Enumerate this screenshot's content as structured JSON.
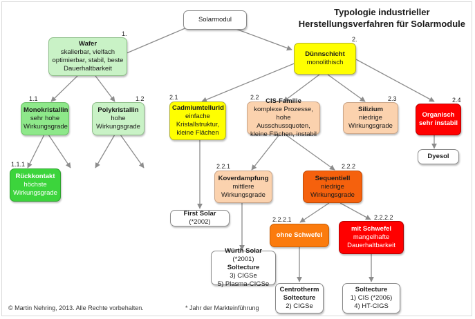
{
  "title": {
    "line1": "Typologie industrieller",
    "line2": "Herstellungsverfahren für Solarmodule"
  },
  "nodes": {
    "solarmodul": {
      "label": "Solarmodul"
    },
    "wafer": {
      "title": "Wafer",
      "desc1": "skalierbar, vielfach",
      "desc2": "optimierbar, stabil, beste",
      "desc3": "Dauerhaltbarkeit",
      "num": "1."
    },
    "duennschicht": {
      "title": "Dünnschicht",
      "desc1": "monolithisch",
      "num": "2."
    },
    "mono": {
      "title": "Monokristallin",
      "desc1": "sehr hohe",
      "desc2": "Wirkungsgrade",
      "num": "1.1"
    },
    "poly": {
      "title": "Polykristallin",
      "desc1": "hohe",
      "desc2": "Wirkungsgrade",
      "num": "1.2"
    },
    "rueck": {
      "title": "Rückkontakt",
      "desc1": "höchste",
      "desc2": "Wirkungsgrade",
      "num": "1.1.1"
    },
    "cdte": {
      "title": "Cadmiumtellurid",
      "desc1": "einfache",
      "desc2": "Kristallstruktur,",
      "desc3": "kleine Flächen",
      "num": "2.1"
    },
    "cis": {
      "title": "CIS-Familie",
      "desc1": "komplexe Prozesse,",
      "desc2": "hohe Ausschussquoten,",
      "desc3": "kleine Flächen, instabil",
      "num": "2.2"
    },
    "silizium": {
      "title": "Silizium",
      "desc1": "niedrige",
      "desc2": "Wirkungsgrade",
      "num": "2.3"
    },
    "organisch": {
      "title": "Organisch",
      "desc1": "sehr instabil",
      "num": "2.4"
    },
    "dyesol": {
      "title": "Dyesol"
    },
    "first_solar": {
      "title": "First Solar",
      "desc1": " (*2002)"
    },
    "koverd": {
      "title": "Koverdampfung",
      "desc1": "mittlere",
      "desc2": "Wirkungsgrade",
      "num": "2.2.1"
    },
    "sequentiell": {
      "title": "Sequentiell",
      "desc1": "niedrige",
      "desc2": "Wirkungsgrade",
      "num": "2.2.2"
    },
    "wuerth": {
      "title": "Würth Solar",
      "desc1": " (*2001)",
      "line2": "Soltecture",
      "line3": "3) CIGSe",
      "line4": "5) Plasma-CIGSe"
    },
    "ohne": {
      "title": "ohne Schwefel",
      "num": "2.2.2.1"
    },
    "mit": {
      "title": "mit Schwefel",
      "desc1": "mangelhafte",
      "desc2": "Dauerhaltbarkeit",
      "num": "2.2.2.2"
    },
    "centrotherm": {
      "title": "Centrotherm",
      "line2": "Soltecture",
      "line3": "2) CIGSe"
    },
    "soltecture2": {
      "title": "Soltecture",
      "line2": "1) CIS (*2006)",
      "line3": "4) HT-CIGS"
    }
  },
  "footer": {
    "copyright": "© Martin Nehring, 2013. Alle Rechte vorbehalten.",
    "note": "* Jahr der Markteinführung"
  },
  "colors": {
    "edge": "#8c8c8c"
  }
}
